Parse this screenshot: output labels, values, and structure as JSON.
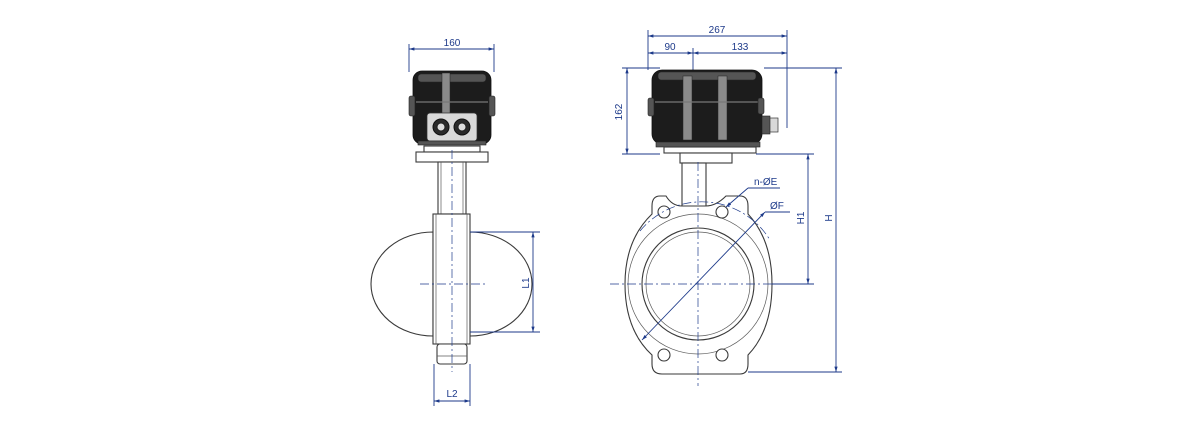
{
  "dimensions": {
    "side_view": {
      "actuator_width": "160",
      "disc_length": "L1",
      "stem_width": "L2"
    },
    "front_view": {
      "overall_width": "267",
      "left_offset": "90",
      "right_offset": "133",
      "actuator_height": "162",
      "bolt_holes": "n-ØE",
      "pitch_circle": "ØF",
      "center_height": "H1",
      "overall_height": "H"
    }
  },
  "colors": {
    "dimension_lines": "#1d3a8a",
    "outline": "#3a3a3a",
    "actuator_housing": "#1c1c1c"
  }
}
